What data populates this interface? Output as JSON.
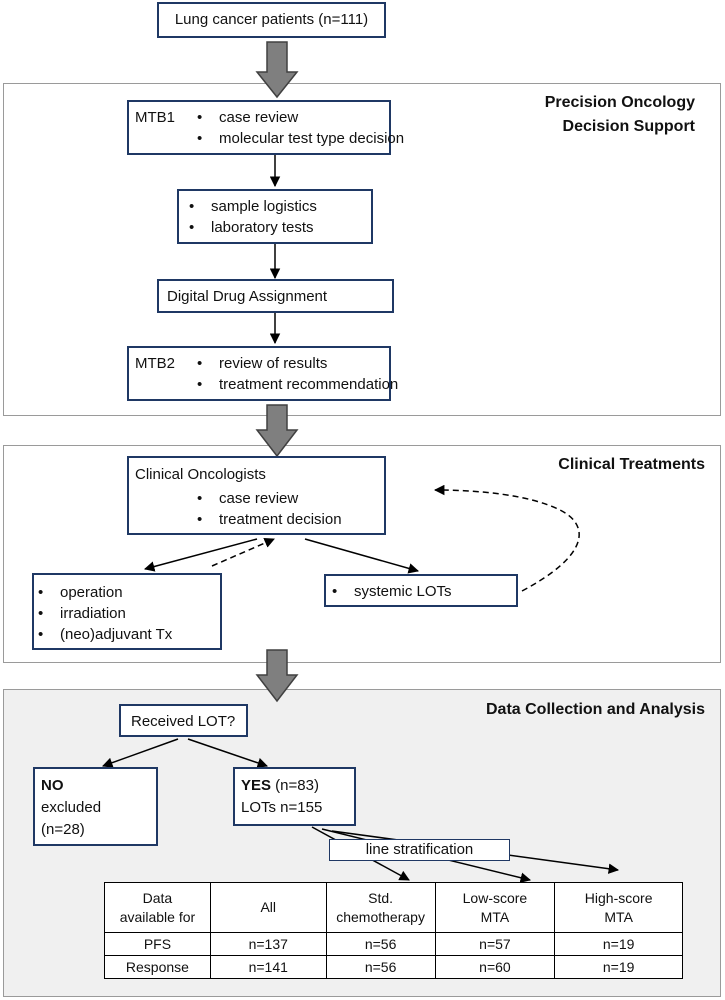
{
  "patients": "Lung cancer patients (n=111)",
  "section1": {
    "title_line1": "Precision Oncology",
    "title_line2": "Decision Support",
    "mtb1": {
      "label": "MTB1",
      "items": [
        "case review",
        "molecular test type decision"
      ]
    },
    "lab": {
      "items": [
        "sample logistics",
        "laboratory tests"
      ]
    },
    "dda": "Digital Drug Assignment",
    "mtb2": {
      "label": "MTB2",
      "items": [
        "review of results",
        "treatment recommendation"
      ]
    }
  },
  "section2": {
    "title": "Clinical Treatments",
    "oncologists": {
      "label": "Clinical Oncologists",
      "items": [
        "case review",
        "treatment decision"
      ]
    },
    "local": {
      "items": [
        "operation",
        "irradiation",
        "(neo)adjuvant Tx"
      ]
    },
    "systemic": {
      "items": [
        "systemic LOTs"
      ]
    }
  },
  "section3": {
    "title": "Data Collection and Analysis",
    "question": "Received LOT?",
    "no": {
      "label": "NO",
      "line2": "excluded",
      "line3": "(n=28)"
    },
    "yes": {
      "label": "YES",
      "count": " (n=83)",
      "line2": "LOTs n=155"
    },
    "stratification": "line stratification",
    "table": {
      "header": [
        {
          "line1": "Data",
          "line2": "available for"
        },
        {
          "line1": "All",
          "line2": ""
        },
        {
          "line1": "Std.",
          "line2": "chemotherapy"
        },
        {
          "line1": "Low-score",
          "line2": "MTA"
        },
        {
          "line1": "High-score",
          "line2": "MTA"
        }
      ],
      "rows": [
        [
          "PFS",
          "n=137",
          "n=56",
          "n=57",
          "n=19"
        ],
        [
          "Response",
          "n=141",
          "n=56",
          "n=60",
          "n=19"
        ]
      ]
    }
  }
}
